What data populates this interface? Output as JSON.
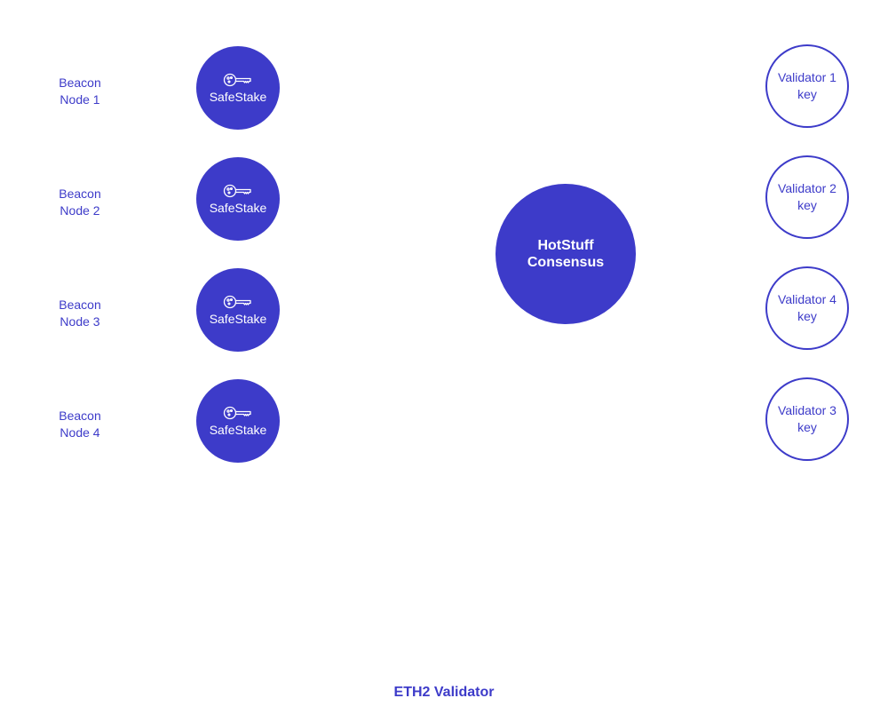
{
  "beacon_nodes": [
    {
      "label": "Beacon\nNode 1"
    },
    {
      "label": "Beacon\nNode 2"
    },
    {
      "label": "Beacon\nNode 3"
    },
    {
      "label": "Beacon\nNode 4"
    }
  ],
  "safestake_nodes": [
    {
      "label": "SafeStake",
      "icon": "key-icon"
    },
    {
      "label": "SafeStake",
      "icon": "key-icon"
    },
    {
      "label": "SafeStake",
      "icon": "key-icon"
    },
    {
      "label": "SafeStake",
      "icon": "key-icon"
    }
  ],
  "consensus": {
    "label": "HotStuff\nConsensus"
  },
  "validator_keys": [
    {
      "label": "Validator 1\nkey"
    },
    {
      "label": "Validator 2\nkey"
    },
    {
      "label": "Validator 4\nkey"
    },
    {
      "label": "Validator 3\nkey"
    }
  ],
  "footer": {
    "title": "ETH2 Validator"
  },
  "colors": {
    "accent": "#3d3bc9",
    "background": "#ffffff"
  }
}
